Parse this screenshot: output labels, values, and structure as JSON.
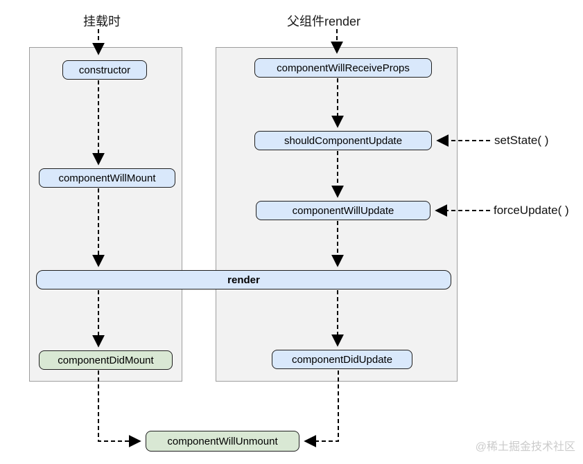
{
  "headings": {
    "mount": "挂载时",
    "parent_render": "父组件render"
  },
  "nodes": {
    "constructor": "constructor",
    "component_will_mount": "componentWillMount",
    "component_did_mount": "componentDidMount",
    "component_will_receive_props": "componentWillReceiveProps",
    "should_component_update": "shouldComponentUpdate",
    "component_will_update": "componentWillUpdate",
    "component_did_update": "componentDidUpdate",
    "render": "render",
    "component_will_unmount": "componentWillUnmount"
  },
  "side_labels": {
    "set_state": "setState( )",
    "force_update": "forceUpdate( )"
  },
  "watermark": "@稀土掘金技术社区",
  "colors": {
    "blue_fill": "#d9e8fb",
    "green_fill": "#d9e8d4",
    "box_border": "#1f1f1f",
    "column_fill": "#f2f2f2",
    "column_border": "#9d9d9d",
    "arrow": "#000000",
    "watermark": "#cbcbcb"
  }
}
